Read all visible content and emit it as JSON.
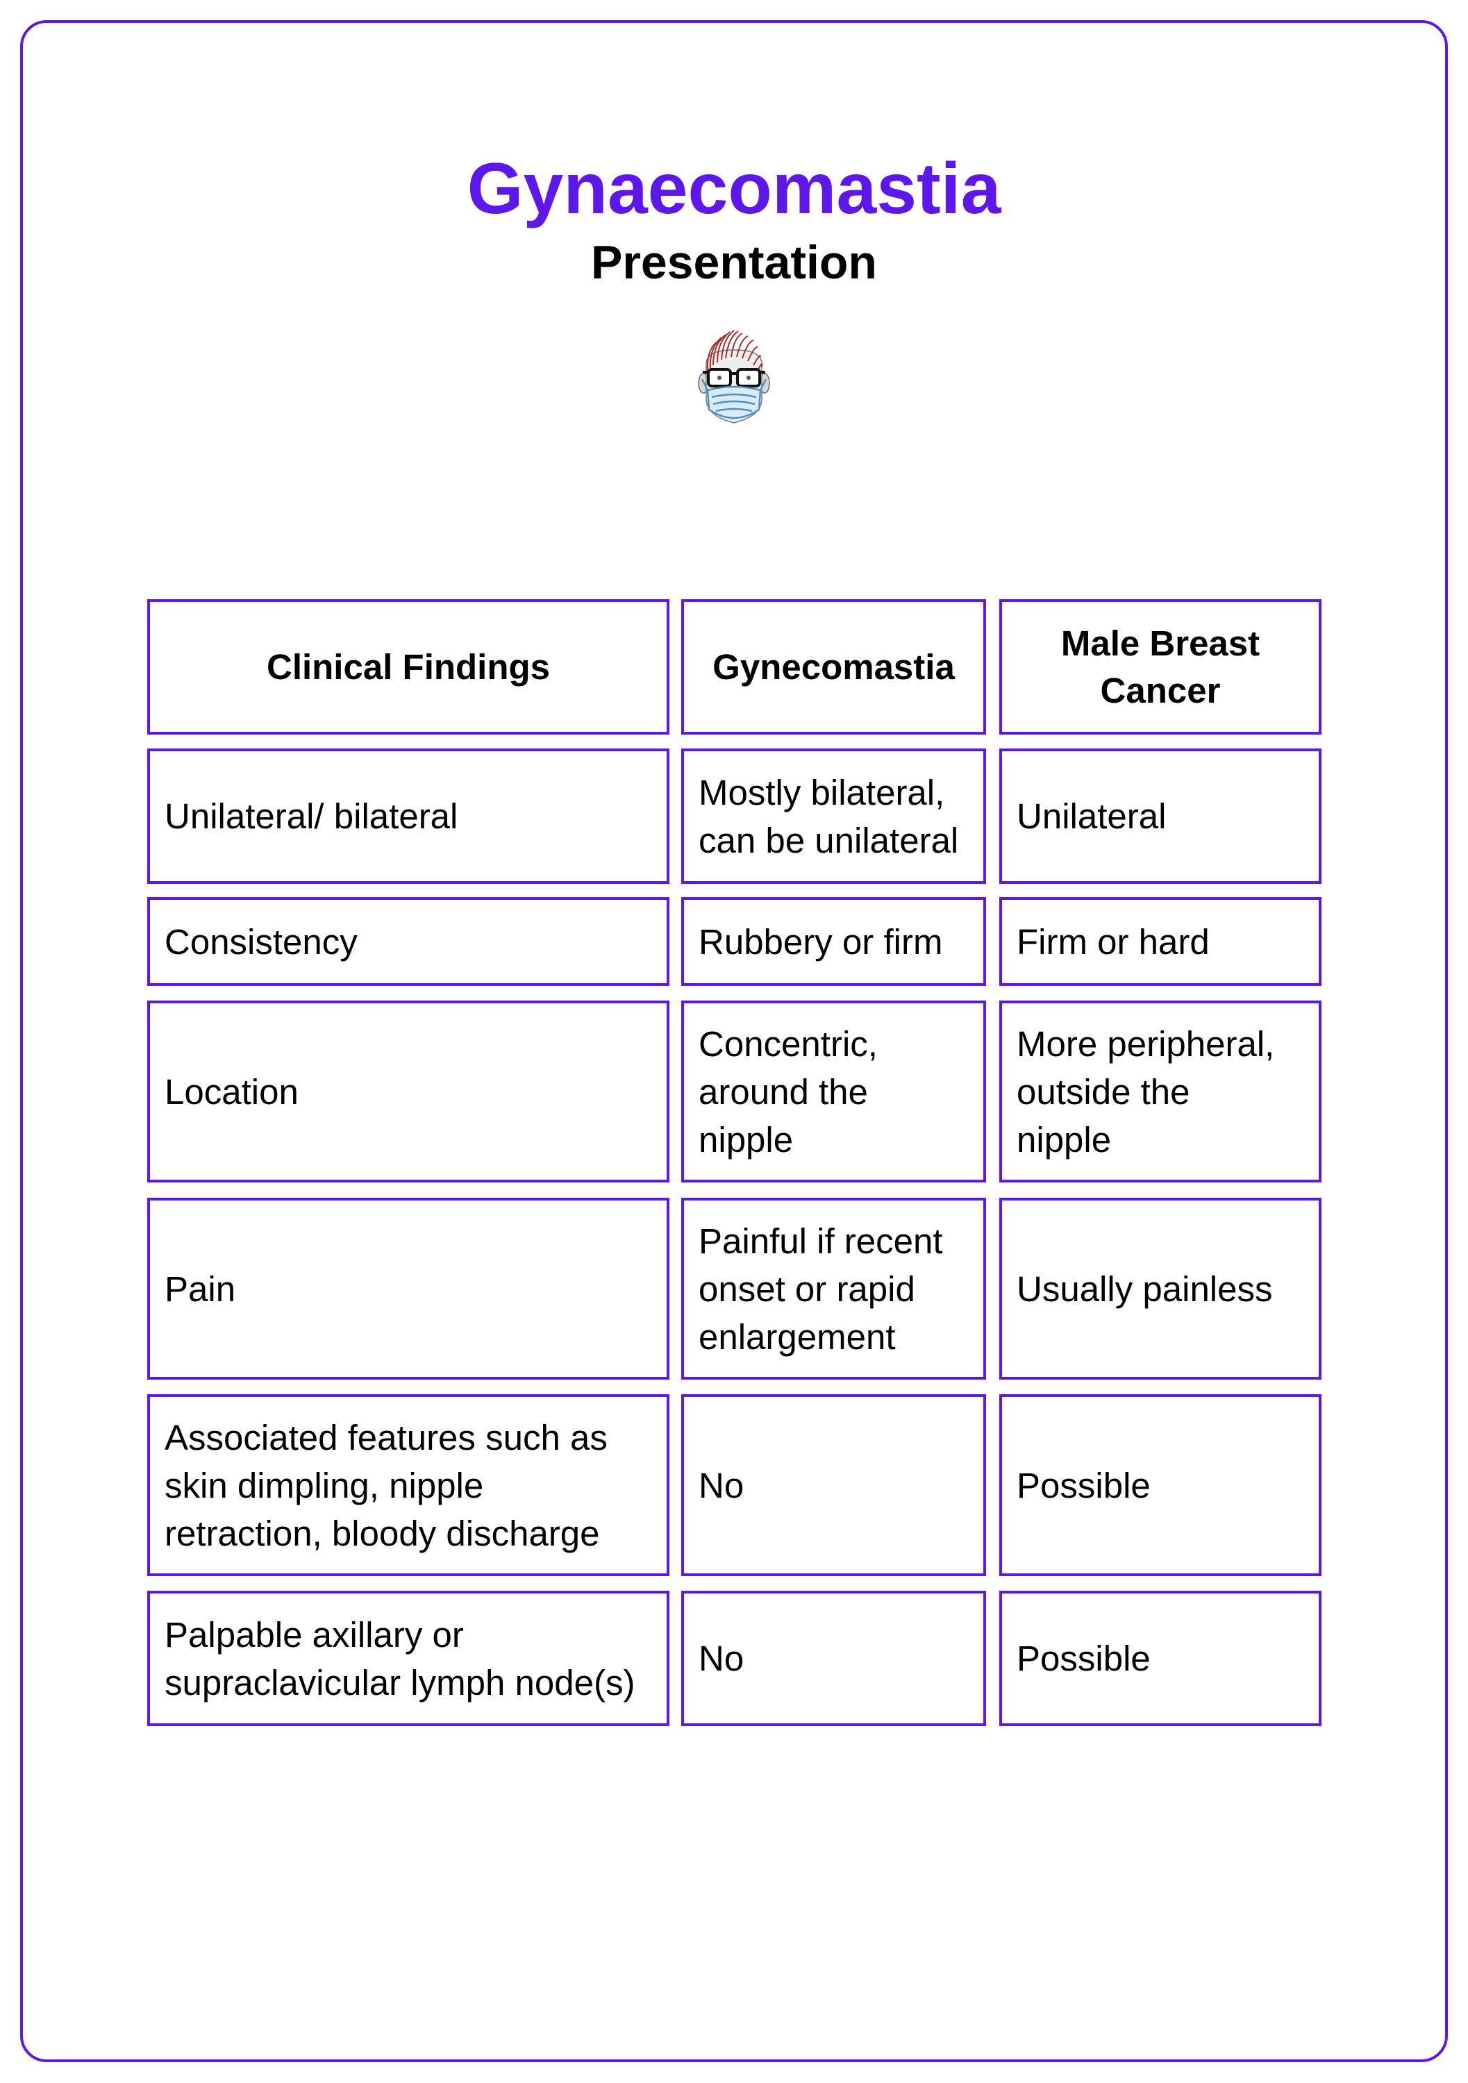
{
  "page": {
    "title": "Gynaecomastia",
    "subtitle": "Presentation",
    "accent_color": "#5e17eb",
    "logo_icon": "masked-doctor-avatar-icon"
  },
  "table": {
    "headers": [
      "Clinical Findings",
      "Gynecomastia",
      "Male Breast\nCancer"
    ],
    "rows": [
      {
        "finding": "Unilateral/ bilateral",
        "gynecomastia": "Mostly bilateral,\ncan be unilateral",
        "male_breast_cancer": "Unilateral"
      },
      {
        "finding": "Consistency",
        "gynecomastia": "Rubbery or firm",
        "male_breast_cancer": "Firm or hard"
      },
      {
        "finding": "Location",
        "gynecomastia": "Concentric,\naround the\nnipple",
        "male_breast_cancer": "More peripheral,\noutside the\nnipple"
      },
      {
        "finding": "Pain",
        "gynecomastia": "Painful if recent\nonset or rapid\nenlargement",
        "male_breast_cancer": "Usually painless"
      },
      {
        "finding": "Associated features such as\nskin dimpling, nipple\nretraction, bloody discharge",
        "gynecomastia": "No",
        "male_breast_cancer": "Possible"
      },
      {
        "finding": "Palpable axillary or\nsupraclavicular lymph node(s)",
        "gynecomastia": "No",
        "male_breast_cancer": "Possible"
      }
    ]
  }
}
